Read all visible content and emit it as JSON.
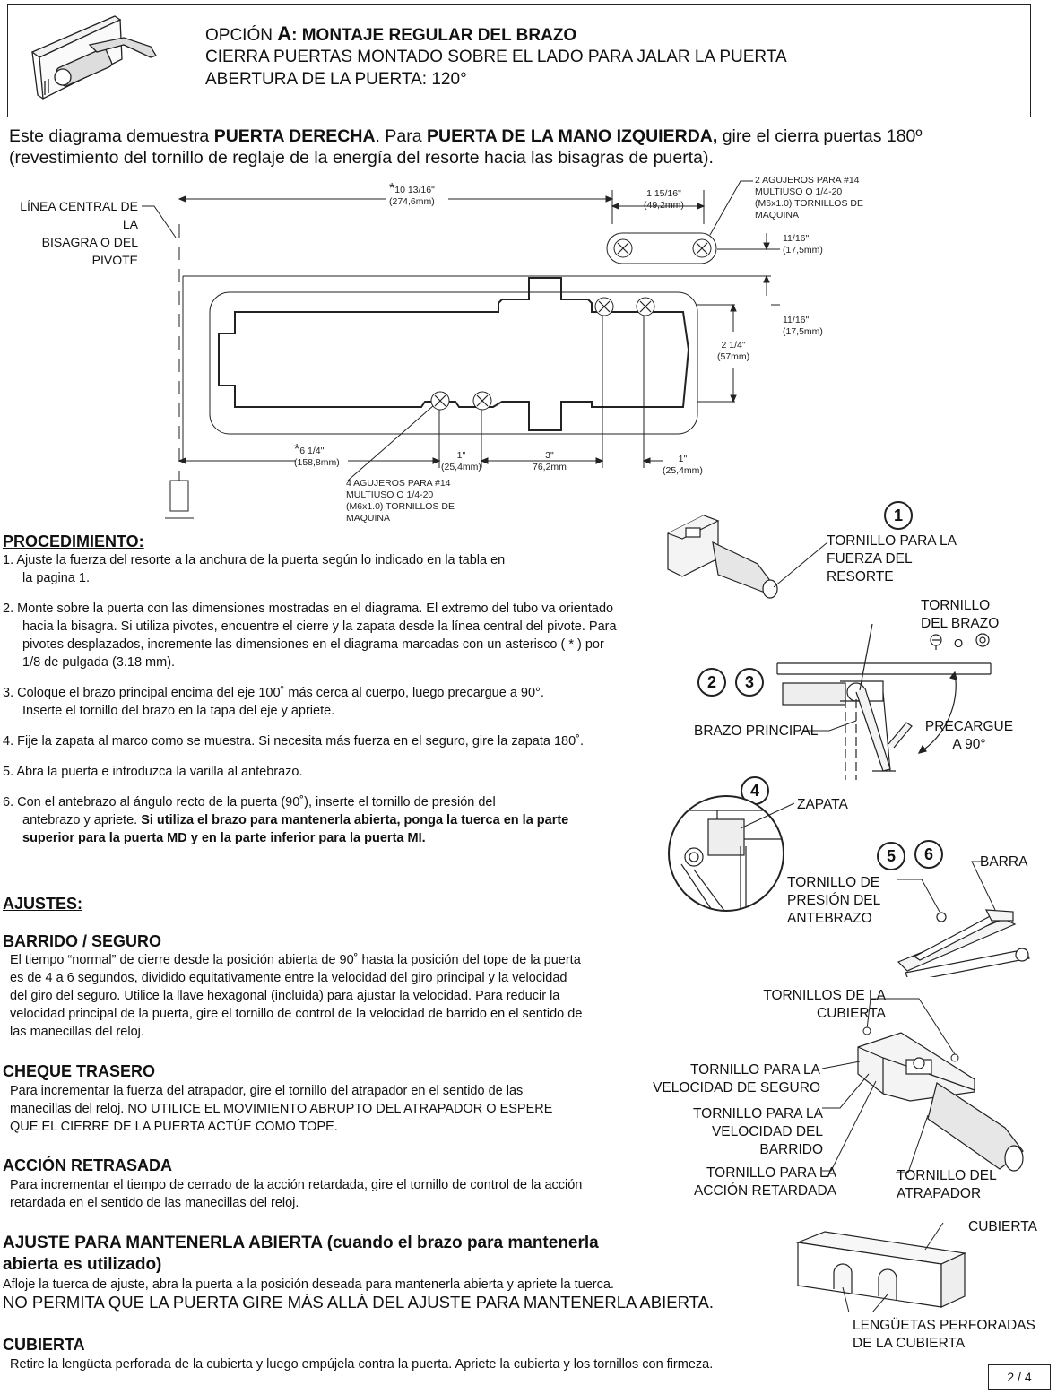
{
  "header": {
    "line1_prefix": "OPCIÓN ",
    "line1_letter": "A",
    "line1_title": ":  MONTAJE REGULAR DEL BRAZO",
    "line2": "CIERRA PUERTAS MONTADO SOBRE EL LADO PARA JALAR LA PUERTA",
    "line3": "ABERTURA DE LA PUERTA:  120°"
  },
  "intro": {
    "t1": "Este diagrama demuestra ",
    "b1": "PUERTA DERECHA",
    "t2": ".  Para ",
    "b2": "PUERTA DE LA MANO IZQUIERDA,",
    "t3": " gire el cierra puertas 180º",
    "line2": "(revestimiento del tornillo de reglaje de la energía del resorte hacia las bisagras de puerta)."
  },
  "diagram": {
    "hinge_line_1": "LÍNEA CENTRAL DE LA",
    "hinge_line_2": "BISAGRA O DEL PIVOTE",
    "star": "*",
    "d_top_1": "10 13/16\"",
    "d_top_2": "(274,6mm)",
    "d_shoe_1": "1 15/16\"",
    "d_shoe_2": "(49,2mm)",
    "holes2_1": "2 AGUJEROS PARA #14",
    "holes2_2": "MULTIUSO O 1/4-20",
    "holes2_3": "(M6x1.0) TORNILLOS DE",
    "holes2_4": "MAQUINA",
    "d_r1_1": "11/16\"",
    "d_r1_2": "(17,5mm)",
    "d_r2_1": "11/16\"",
    "d_r2_2": "(17,5mm)",
    "d_r3_1": "2 1/4\"",
    "d_r3_2": "(57mm)",
    "d_b1_1": "6 1/4\"",
    "d_b1_2": "(158,8mm)",
    "d_b2_1": "1\"",
    "d_b2_2": "(25,4mm)",
    "d_b3_1": "3\"",
    "d_b3_2": "76,2mm",
    "d_b4_1": "1\"",
    "d_b4_2": "(25,4mm)",
    "holes4_1": "4 AGUJEROS PARA #14",
    "holes4_2": "MULTIUSO O 1/4-20",
    "holes4_3": "(M6x1.0) TORNILLOS DE",
    "holes4_4": "MAQUINA"
  },
  "procedure": {
    "title": "PROCEDIMIENTO:",
    "s1a": "1.  Ajuste la fuerza del resorte a la anchura de la puerta según lo indicado en la tabla en",
    "s1b": "la pagina 1.",
    "s2a": "2.  Monte sobre la puerta con las dimensiones mostradas en el diagrama. El extremo del tubo va orientado",
    "s2b": "hacia la bisagra. Si utiliza pivotes, encuentre el cierre y la zapata desde la línea central del pivote.  Para",
    "s2c": "pivotes desplazados, incremente las dimensiones en el diagrama marcadas con un asterisco ( * ) por",
    "s2d": "1/8 de pulgada (3.18 mm).",
    "s3a": "3.  Coloque el brazo principal encima del eje 100˚ más cerca al cuerpo, luego precargue a 90°.",
    "s3b": "Inserte el tornillo del brazo en la tapa del eje y apriete.",
    "s4": "4.  Fije la zapata al marco como se muestra. Si necesita más fuerza en el seguro, gire la zapata 180˚.",
    "s5": "5.  Abra la puerta e introduzca la varilla al antebrazo.",
    "s6a": "6.  Con el antebrazo al ángulo recto de la puerta (90˚), inserte el tornillo de presión del",
    "s6b_t": "antebrazo y apriete.  ",
    "s6b_b": "Si utiliza el brazo para mantenerla abierta, ponga la tuerca en la parte",
    "s6c": "superior para la puerta MD y en la parte inferior para la puerta MI."
  },
  "adjust": {
    "title": "AJUSTES:",
    "sweep_title": "BARRIDO / SEGURO",
    "sweep_1": "El tiempo “normal” de cierre desde la posición abierta de 90˚ hasta la posición del tope de la puerta",
    "sweep_2": "es de 4 a 6 segundos, dividido equitativamente entre la velocidad del giro principal y la velocidad",
    "sweep_3": "del giro del seguro. Utilice la llave hexagonal (incluida) para ajustar la velocidad. Para reducir la",
    "sweep_4": "velocidad principal de la puerta, gire el tornillo de control de la velocidad de barrido en el sentido de",
    "sweep_5": "las manecillas del reloj.",
    "back_title": "CHEQUE TRASERO",
    "back_1": "Para incrementar la fuerza del atrapador, gire el tornillo del atrapador en el sentido de las",
    "back_2": "manecillas del reloj.  NO UTILICE EL MOVIMIENTO ABRUPTO DEL ATRAPADOR O ESPERE",
    "back_3": "QUE EL CIERRE DE LA PUERTA ACTÚE COMO TOPE.",
    "delay_title": "ACCIÓN RETRASADA",
    "delay_1": "Para incrementar el tiempo de cerrado de la acción retardada, gire el tornillo de control de la acción",
    "delay_2": "retardada en el sentido de las manecillas del reloj.",
    "hold_title_1": "AJUSTE PARA MANTENERLA ABIERTA (cuando el brazo para mantenerla",
    "hold_title_2": "abierta es utilizado)",
    "hold_1": "Afloje la tuerca de ajuste, abra la puerta a la posición deseada para mantenerla abierta y apriete la tuerca.",
    "hold_2": "NO PERMITA QUE LA PUERTA GIRE MÁS ALLÁ DEL AJUSTE PARA MANTENERLA ABIERTA.",
    "cover_title": "CUBIERTA",
    "cover_1": "Retire la lengüeta perforada de la cubierta y luego empújela contra la puerta. Apriete la cubierta y los  tornillos con firmeza."
  },
  "figures": {
    "n1": "1",
    "spring_1": "TORNILLO PARA LA",
    "spring_2": "FUERZA DEL",
    "spring_3": "RESORTE",
    "armscrew_1": "TORNILLO",
    "armscrew_2": "DEL BRAZO",
    "armscrew_o": "O",
    "n2": "2",
    "n3": "3",
    "mainarm": "BRAZO PRINCIPAL",
    "preload_1": "PRECARGUE",
    "preload_2": "A 90°",
    "n4": "4",
    "shoe": "ZAPATA",
    "n5": "5",
    "n6": "6",
    "bar": "BARRA",
    "press_1": "TORNILLO DE",
    "press_2": "PRESIÓN DEL",
    "press_3": "ANTEBRAZO",
    "covs_1": "TORNILLOS DE LA",
    "covs_2": "CUBIERTA",
    "latch_1": "TORNILLO PARA LA",
    "latch_2": "VELOCIDAD DE SEGURO",
    "sweep_1": "TORNILLO PARA LA",
    "sweep_2": "VELOCIDAD DEL",
    "sweep_3": "BARRIDO",
    "delay_1": "TORNILLO PARA LA",
    "delay_2": "ACCIÓN RETARDADA",
    "backchk_1": "TORNILLO DEL",
    "backchk_2": "ATRAPADOR",
    "cover": "CUBIERTA",
    "tabs_1": "LENGÜETAS PERFORADAS",
    "tabs_2": "DE LA CUBIERTA"
  },
  "page": "2 / 4"
}
